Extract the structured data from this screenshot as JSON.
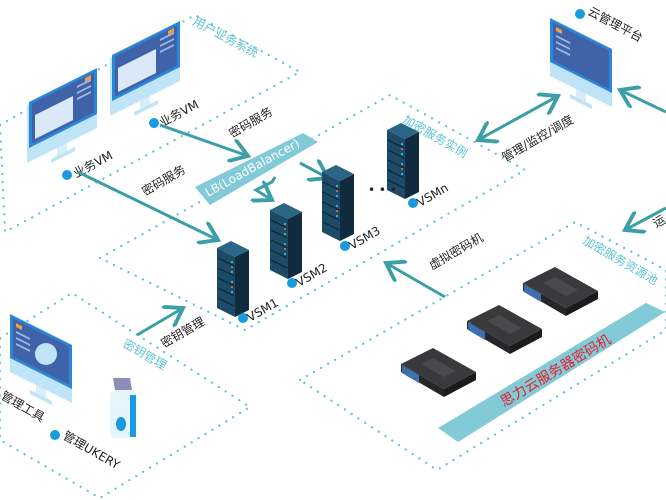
{
  "zones": {
    "user_system": "用户业务系统",
    "crypto_instances": "加密服务实例",
    "resource_pool": "加密服务资源池",
    "key_management": "密钥管理",
    "right_edge_partial": "运"
  },
  "user_vms": [
    {
      "label": "业务VM"
    },
    {
      "label": "业务VM"
    }
  ],
  "flows": {
    "crypto_service_1": "密码服务",
    "crypto_service_2": "密码服务",
    "manage_monitor_schedule": "管理/监控/调度",
    "virtual_hsm": "虚拟密码机",
    "key_management_arrow": "密钥管理"
  },
  "load_balancer": "LB(LoadBalancer)",
  "vsms": [
    {
      "label": "VSM1"
    },
    {
      "label": "VSM2"
    },
    {
      "label": "VSM3"
    },
    {
      "label": "VSMn"
    }
  ],
  "ellipsis": "• • •",
  "cloud_platform": "云管理平台",
  "hardware_bar": "思力云服务器密码机",
  "admin": {
    "tool": "管理工具",
    "ukey": "管理UKERY"
  },
  "colors": {
    "accent": "#3c9fa7",
    "zone": "#5cc3d3",
    "bar": "#82cad8",
    "dot": "#1a9be0",
    "red": "#e8202a"
  }
}
